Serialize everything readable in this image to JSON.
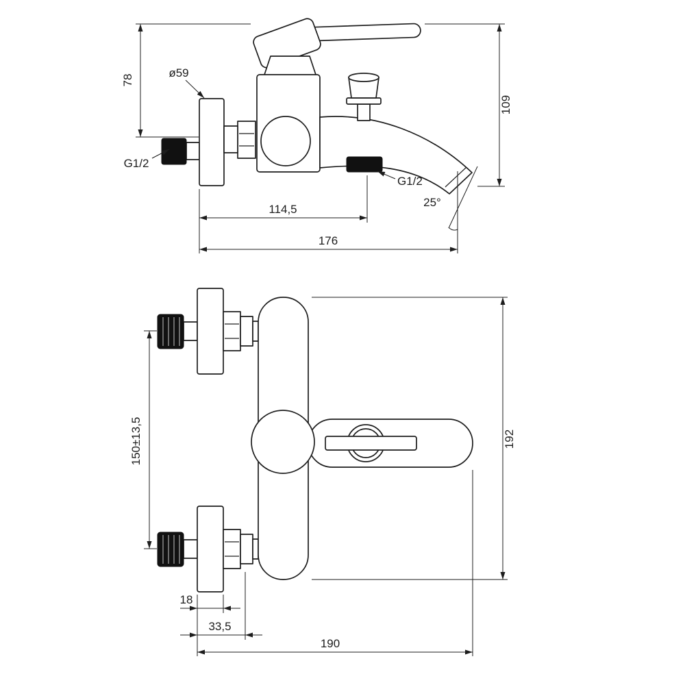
{
  "drawing": {
    "type": "technical-dimension-drawing",
    "subject": "wall-mounted bath mixer faucet, side view and front view",
    "line_color": "#1d1d1d",
    "background": "#ffffff",
    "side_view": {
      "dims": {
        "handle_height": "78",
        "flange_diameter": "ø59",
        "inlet_thread": "G1/2",
        "total_height": "109",
        "outlet_center_reach": "114,5",
        "total_reach": "176",
        "spout_angle": "25°",
        "outlet_thread": "G1/2"
      }
    },
    "front_view": {
      "dims": {
        "inlet_centers_distance": "150±13,5",
        "total_height": "192",
        "flange_depth": "18",
        "wall_depth": "33,5",
        "total_width": "190"
      }
    }
  }
}
